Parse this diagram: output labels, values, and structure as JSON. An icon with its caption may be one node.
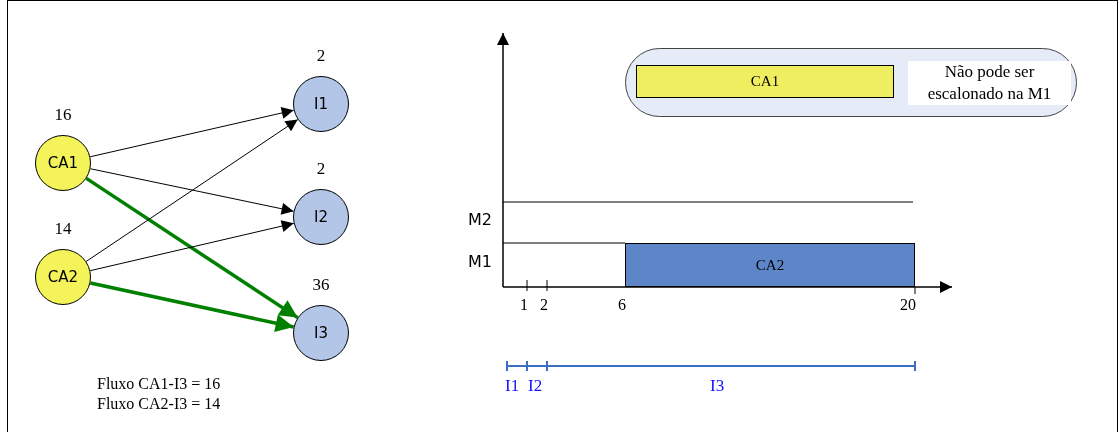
{
  "diagram": {
    "nodes": [
      {
        "text": [
          "CA1"
        ],
        "beside": [
          "16"
        ]
      },
      {
        "text": [
          "CA2"
        ],
        "beside": [
          "14"
        ]
      },
      {
        "text": [
          "I1"
        ],
        "beside": [
          "2"
        ]
      },
      {
        "text": [
          "I2"
        ],
        "beside": [
          "2"
        ]
      },
      {
        "text": [
          "I3"
        ],
        "beside": [
          "36"
        ]
      },
      {
        "text": [],
        "shape": "box"
      },
      {
        "text": [
          "CA1"
        ],
        "in": 5
      },
      {
        "text": [
          "Não pode ser escalonado na M1"
        ],
        "in": 5
      },
      {
        "text": [
          "CA2"
        ]
      }
    ],
    "edges": [
      {
        "from": 0,
        "to": 2,
        "arrow": "to"
      },
      {
        "from": 0,
        "to": 3,
        "arrow": "to"
      },
      {
        "from": 0,
        "to": 4,
        "arrow": "to",
        "style": "thick",
        "color": "#008000"
      },
      {
        "from": 1,
        "to": 2,
        "arrow": "to"
      },
      {
        "from": 1,
        "to": 3,
        "arrow": "to"
      },
      {
        "from": 1,
        "to": 4,
        "arrow": "to",
        "style": "thick",
        "color": "#008000"
      }
    ],
    "labels": [
      "M2",
      "M1",
      "1",
      "2",
      "6",
      "20",
      "Fluxo CA1-I3 = 16",
      "I1",
      "I2",
      "I3",
      "Fluxo CA2-I3 = 14"
    ]
  }
}
